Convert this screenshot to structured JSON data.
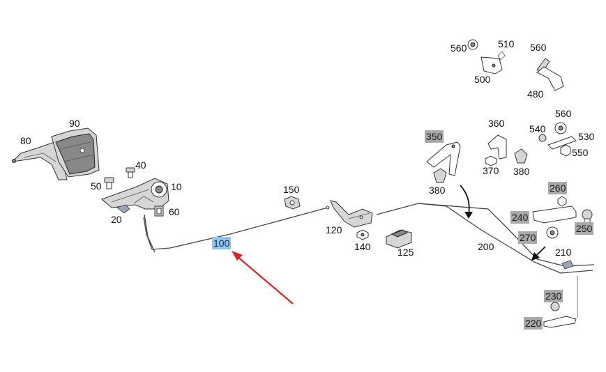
{
  "colors": {
    "background": "#ffffff",
    "label_gray": "#a9a9a9",
    "label_selected": "#8ec6ee",
    "arrow_red": "#e02020",
    "arrow_black": "#111111"
  },
  "selected_label": "100",
  "labels": [
    {
      "id": "80",
      "style": "plain"
    },
    {
      "id": "90",
      "style": "plain"
    },
    {
      "id": "40",
      "style": "plain"
    },
    {
      "id": "50",
      "style": "plain"
    },
    {
      "id": "10",
      "style": "plain"
    },
    {
      "id": "60",
      "style": "plain"
    },
    {
      "id": "20",
      "style": "plain"
    },
    {
      "id": "100",
      "style": "selected"
    },
    {
      "id": "150",
      "style": "plain"
    },
    {
      "id": "120",
      "style": "plain"
    },
    {
      "id": "140",
      "style": "plain"
    },
    {
      "id": "125",
      "style": "plain"
    },
    {
      "id": "350",
      "style": "gray"
    },
    {
      "id": "380",
      "style": "plain"
    },
    {
      "id": "560",
      "style": "plain"
    },
    {
      "id": "510",
      "style": "plain"
    },
    {
      "id": "500",
      "style": "plain"
    },
    {
      "id": "560",
      "style": "plain"
    },
    {
      "id": "480",
      "style": "plain"
    },
    {
      "id": "360",
      "style": "plain"
    },
    {
      "id": "540",
      "style": "plain"
    },
    {
      "id": "560",
      "style": "plain"
    },
    {
      "id": "530",
      "style": "plain"
    },
    {
      "id": "550",
      "style": "plain"
    },
    {
      "id": "370",
      "style": "plain"
    },
    {
      "id": "380",
      "style": "plain"
    },
    {
      "id": "260",
      "style": "gray"
    },
    {
      "id": "240",
      "style": "gray"
    },
    {
      "id": "250",
      "style": "gray"
    },
    {
      "id": "270",
      "style": "gray"
    },
    {
      "id": "200",
      "style": "plain"
    },
    {
      "id": "210",
      "style": "plain"
    },
    {
      "id": "230",
      "style": "gray"
    },
    {
      "id": "220",
      "style": "gray"
    }
  ]
}
